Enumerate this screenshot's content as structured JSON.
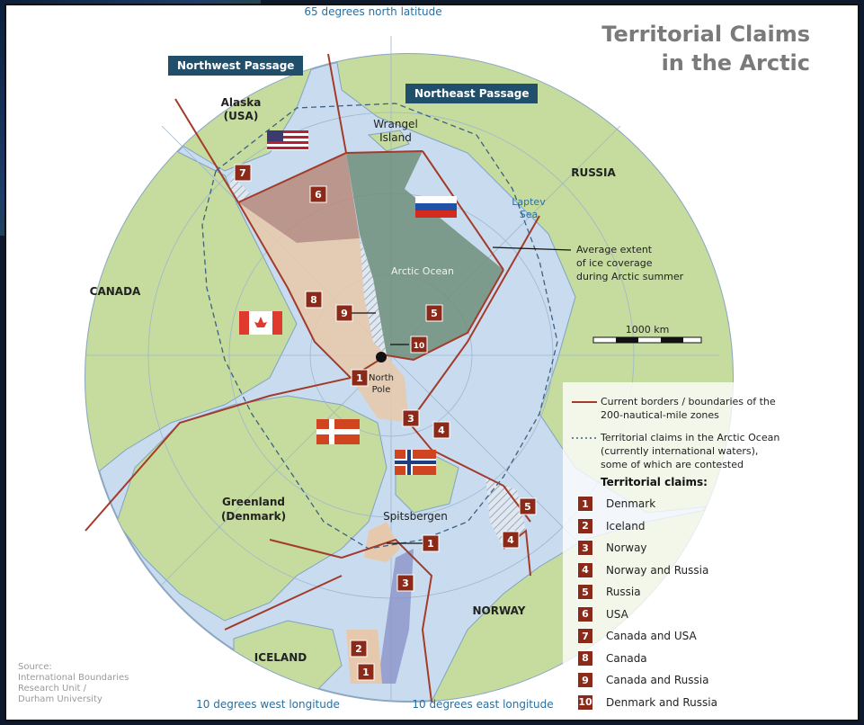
{
  "title_line1": "Territorial Claims",
  "title_line2": "in the Arctic",
  "top_latitude_label": "65 degrees north latitude",
  "passages": {
    "northwest": "Northwest Passage",
    "northeast": "Northeast Passage"
  },
  "places": {
    "alaska": "Alaska",
    "alaska_sub": "(USA)",
    "wrangel": "Wrangel",
    "wrangel_sub": "Island",
    "russia": "RUSSIA",
    "laptev": "Laptev",
    "laptev_sub": "Sea",
    "canada": "CANADA",
    "arctic_ocean": "Arctic Ocean",
    "north_pole": "North",
    "north_pole_sub": "Pole",
    "greenland": "Greenland",
    "greenland_sub": "(Denmark)",
    "spitsbergen": "Spitsbergen",
    "iceland": "ICELAND",
    "norway": "NORWAY"
  },
  "ice_note": [
    "Average extent",
    "of ice coverage",
    "during Arctic summer"
  ],
  "scale_label": "1000 km",
  "legend": {
    "borders": [
      "Current borders / boundaries of the",
      "200-nautical-mile zones"
    ],
    "claims_line": [
      "Territorial claims in the Arctic Ocean",
      "(currently international waters),",
      "some of which are contested"
    ],
    "claims_title": "Territorial claims:",
    "claims": [
      {
        "num": "1",
        "label": "Denmark"
      },
      {
        "num": "2",
        "label": "Iceland"
      },
      {
        "num": "3",
        "label": "Norway"
      },
      {
        "num": "4",
        "label": "Norway and Russia"
      },
      {
        "num": "5",
        "label": "Russia"
      },
      {
        "num": "6",
        "label": "USA"
      },
      {
        "num": "7",
        "label": "Canada and USA"
      },
      {
        "num": "8",
        "label": "Canada"
      },
      {
        "num": "9",
        "label": "Canada and Russia"
      },
      {
        "num": "10",
        "label": "Denmark and Russia"
      }
    ]
  },
  "source": [
    "Source:",
    "International Boundaries",
    "Research Unit /",
    "Durham University"
  ],
  "bottom_labels": {
    "west": "10 degrees west longitude",
    "east": "10 degrees east longitude"
  },
  "map_markers": [
    "7",
    "6",
    "8",
    "9",
    "5",
    "10",
    "1",
    "3",
    "4",
    "5",
    "4",
    "1",
    "3",
    "2",
    "1"
  ],
  "colors": {
    "ocean": "#c9dcef",
    "land": "#c5dc9e",
    "border": "#a33b2b",
    "claim_marker": "#8b2a18",
    "russia_claim": "#6e8f7a",
    "canada_claim": "#e6c9ad",
    "usa_claim": "#b98a7a",
    "passage_box": "#1f4f6b",
    "title": "#7a7a7a"
  }
}
